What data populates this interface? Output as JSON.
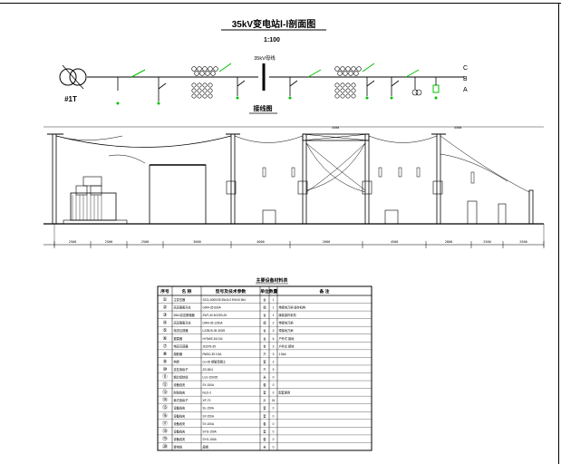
{
  "drawing": {
    "title": "35kV变电站Ⅰ-Ⅰ剖面图",
    "scale": "1:100",
    "bus_label": "35kV母线",
    "transformer_label": "#1T",
    "wiring_diagram_label": "接线图",
    "right_labels": [
      "C",
      "B",
      "A"
    ]
  },
  "dimensions": {
    "top": [
      "4500",
      "4500"
    ],
    "bottom": [
      "2500",
      "2500",
      "2500",
      "3000",
      "4000",
      "2000",
      "4500",
      "2800",
      "2500",
      "2500"
    ]
  },
  "equipment_table": {
    "title": "主要设备材料表",
    "headers": [
      "序号",
      "名  称",
      "型号及技术参数",
      "单位",
      "数量",
      "备  注"
    ],
    "rows": [
      {
        "no": "①",
        "name": "主变压器",
        "spec": "SZ11-5000/35 35±3×2.5%/10.5kV",
        "unit": "台",
        "qty": "1",
        "note": ""
      },
      {
        "no": "②",
        "name": "高压隔离开关",
        "spec": "GW4-35 630A",
        "unit": "组",
        "qty": "1",
        "note": "带接地刀闸 操作机构"
      },
      {
        "no": "③",
        "name": "35kV高压断路器",
        "spec": "ZW7-40.5/1250-25",
        "unit": "台",
        "qty": "1",
        "note": "弹簧操作机构"
      },
      {
        "no": "④",
        "name": "高压隔离开关",
        "spec": "GW4-35 1250A",
        "unit": "组",
        "qty": "2",
        "note": "带接地刀闸"
      },
      {
        "no": "⑤",
        "name": "电流互感器",
        "spec": "LZZBJ9-35 300/5",
        "unit": "台",
        "qty": "3",
        "note": "带接地刀闸"
      },
      {
        "no": "⑥",
        "name": "避雷器",
        "spec": "HY5WZ-51/134",
        "unit": "台",
        "qty": "6",
        "note": "户外式 接地"
      },
      {
        "no": "⑦",
        "name": "电压互感器",
        "spec": "JDZX9-35",
        "unit": "台",
        "qty": "3",
        "note": "户外式 接地"
      },
      {
        "no": "⑧",
        "name": "熔断器",
        "spec": "RW10-35 0.5A",
        "unit": "只",
        "qty": "3",
        "note": "1.5kA"
      },
      {
        "no": "⑨",
        "name": "构架",
        "spec": "GJ-35 钢管混凝土",
        "unit": "套",
        "qty": "2",
        "note": ""
      },
      {
        "no": "⑩",
        "name": "支柱绝缘子",
        "spec": "ZS-35/4",
        "unit": "只",
        "qty": "9",
        "note": ""
      },
      {
        "no": "⑪",
        "name": "钢芯铝绞线",
        "spec": "LGJ-150/25",
        "unit": "米",
        "qty": "0",
        "note": ""
      },
      {
        "no": "⑫",
        "name": "设备线夹",
        "spec": "SY-150A",
        "unit": "套",
        "qty": "0",
        "note": ""
      },
      {
        "no": "⑬",
        "name": "耐张线夹",
        "spec": "NLD-3",
        "unit": "套",
        "qty": "0",
        "note": "配套使用"
      },
      {
        "no": "⑭",
        "name": "悬式绝缘子",
        "spec": "XP-70",
        "unit": "片",
        "qty": "24",
        "note": ""
      },
      {
        "no": "⑮",
        "name": "设备线夹",
        "spec": "SL-150A",
        "unit": "套",
        "qty": "0",
        "note": ""
      },
      {
        "no": "⑯",
        "name": "设备线夹",
        "spec": "SY-150A",
        "unit": "套",
        "qty": "0",
        "note": ""
      },
      {
        "no": "⑰",
        "name": "设备线夹",
        "spec": "SY-150A",
        "unit": "套",
        "qty": "0",
        "note": ""
      },
      {
        "no": "⑱",
        "name": "设备线夹",
        "spec": "SYG-150A",
        "unit": "套",
        "qty": "0",
        "note": ""
      },
      {
        "no": "⑲",
        "name": "设备线夹",
        "spec": "SYG-150A",
        "unit": "套",
        "qty": "0",
        "note": ""
      },
      {
        "no": "⑳",
        "name": "接地线",
        "spec": "扁钢",
        "unit": "米",
        "qty": "0",
        "note": ""
      }
    ]
  },
  "colors": {
    "line": "#000000",
    "accent": "#00c000"
  }
}
